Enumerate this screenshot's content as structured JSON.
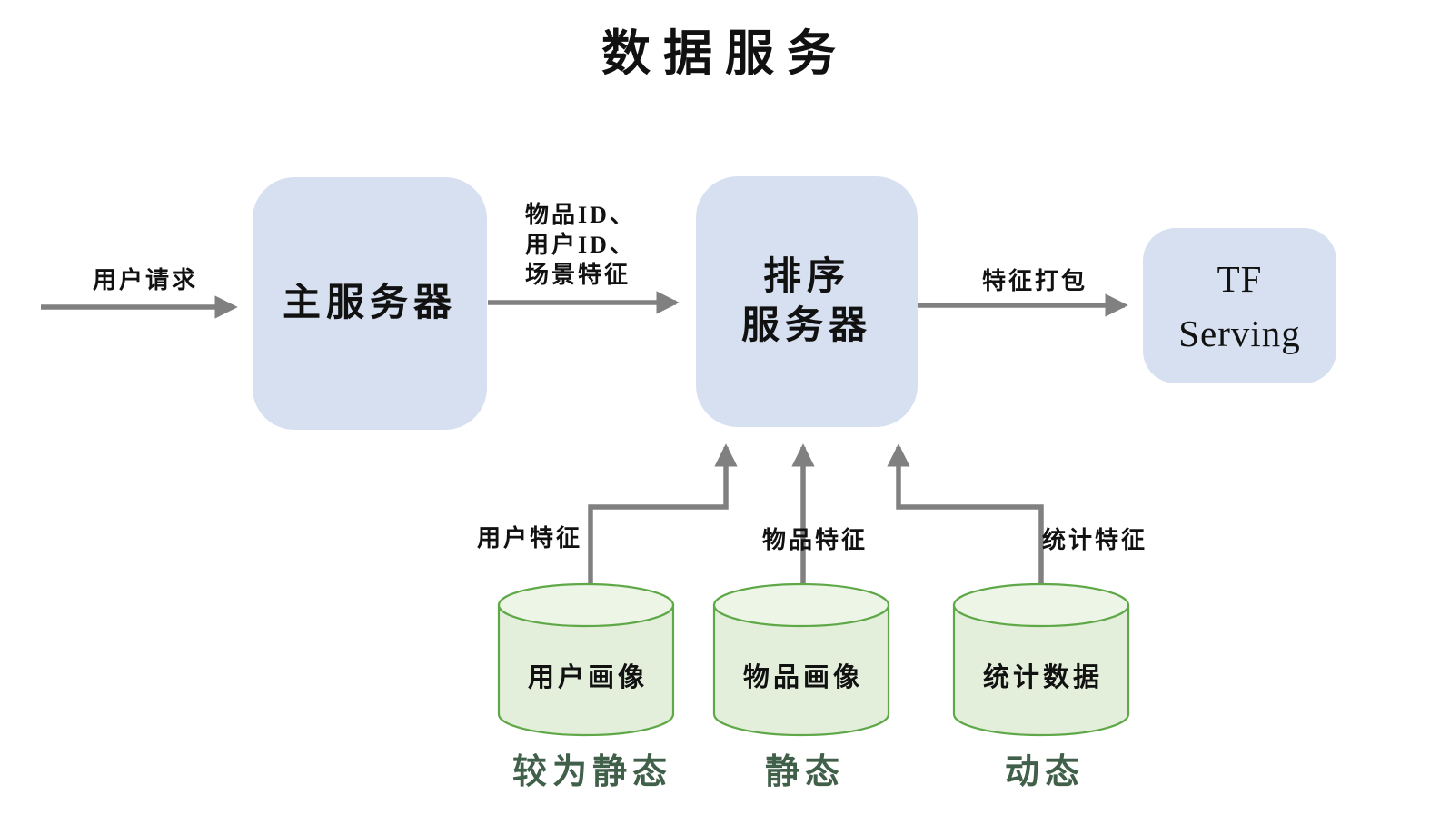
{
  "title": "数据服务",
  "nodes": {
    "main_server": {
      "label": "主服务器"
    },
    "rank_server": {
      "label_line1": "排序",
      "label_line2": "服务器"
    },
    "tf_serving": {
      "label_line1": "TF",
      "label_line2": "Serving"
    }
  },
  "edges": {
    "user_request": {
      "label": "用户请求"
    },
    "rank_input": {
      "line1": "物品ID、",
      "line2": "用户ID、",
      "line3": "场景特征"
    },
    "feature_pack": {
      "label": "特征打包"
    },
    "user_feature": {
      "label": "用户特征"
    },
    "item_feature": {
      "label": "物品特征"
    },
    "stat_feature": {
      "label": "统计特征"
    }
  },
  "databases": [
    {
      "label": "用户画像",
      "caption": "较为静态"
    },
    {
      "label": "物品画像",
      "caption": "静态"
    },
    {
      "label": "统计数据",
      "caption": "动态"
    }
  ],
  "colors": {
    "node_fill": "#d7e0f0",
    "arrow": "#808080",
    "db_fill": "#e3efdb",
    "db_top_fill": "#edf5e6",
    "db_stroke": "#5fa848",
    "caption_text": "#40604a",
    "text": "#111111"
  }
}
